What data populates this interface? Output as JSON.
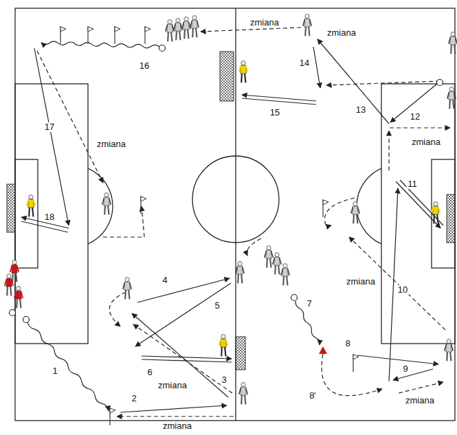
{
  "diagram": {
    "labels": [
      "zmiana",
      "zmiana",
      "16",
      "14",
      "13",
      "15",
      "12",
      "17",
      "zmiana",
      "zmiana",
      "11",
      "18",
      "4",
      "zmiana",
      "10",
      "5",
      "7",
      "8",
      "6",
      "9",
      "zmiana",
      "3",
      "1",
      "8'",
      "zmiana",
      "2",
      "zmiana"
    ]
  }
}
